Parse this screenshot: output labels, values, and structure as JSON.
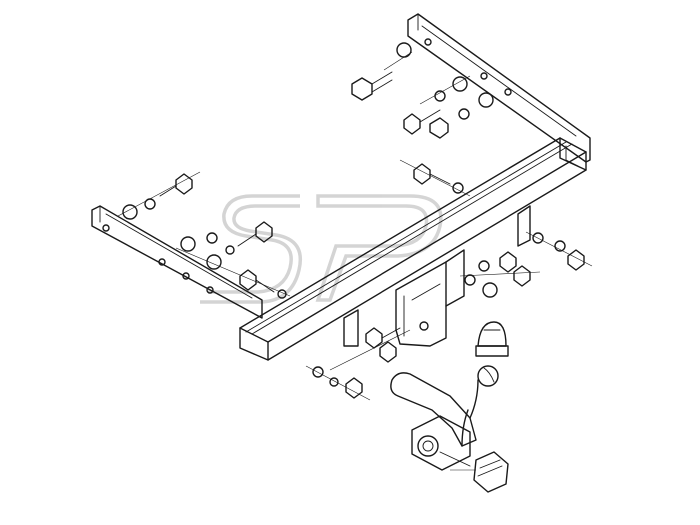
{
  "diagram": {
    "watermark": "SP",
    "parts": {
      "crossbar": "towbar-crossbar",
      "left_bracket": "left-mounting-bracket",
      "right_bracket": "right-mounting-bracket",
      "center_plate": "center-mounting-plate",
      "tow_ball": "tow-ball-neck",
      "ball_cap": "tow-ball-cap",
      "socket_plate": "electrical-socket-plate",
      "socket": "electrical-socket",
      "fasteners": "bolts-nuts-washers"
    }
  }
}
